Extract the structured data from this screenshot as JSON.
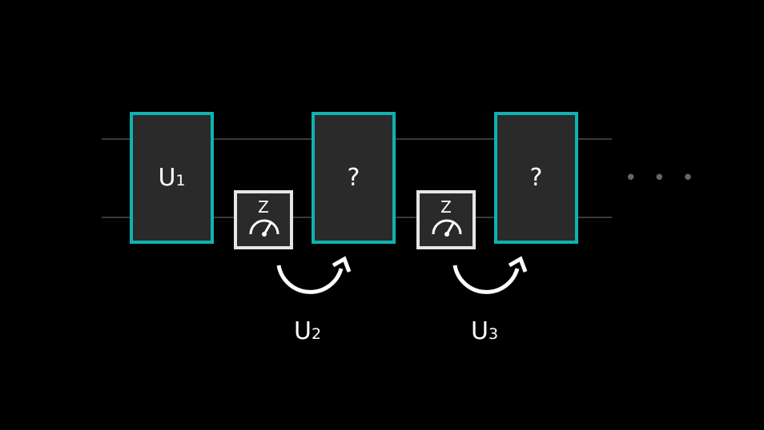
{
  "gates": [
    {
      "label": "U",
      "subscript": "1"
    },
    {
      "label": "?",
      "subscript": ""
    },
    {
      "label": "?",
      "subscript": ""
    }
  ],
  "measurements": [
    {
      "basis": "Z"
    },
    {
      "basis": "Z"
    }
  ],
  "feedforward": [
    {
      "label": "U",
      "subscript": "2"
    },
    {
      "label": "U",
      "subscript": "3"
    }
  ],
  "continuation": "• • •",
  "colors": {
    "background": "#000000",
    "gate_border": "#10b2b0",
    "gate_fill": "#2a2a2a",
    "meter_border": "#e6e6e6",
    "wire": "#3a3a3a",
    "text": "#ffffff"
  }
}
